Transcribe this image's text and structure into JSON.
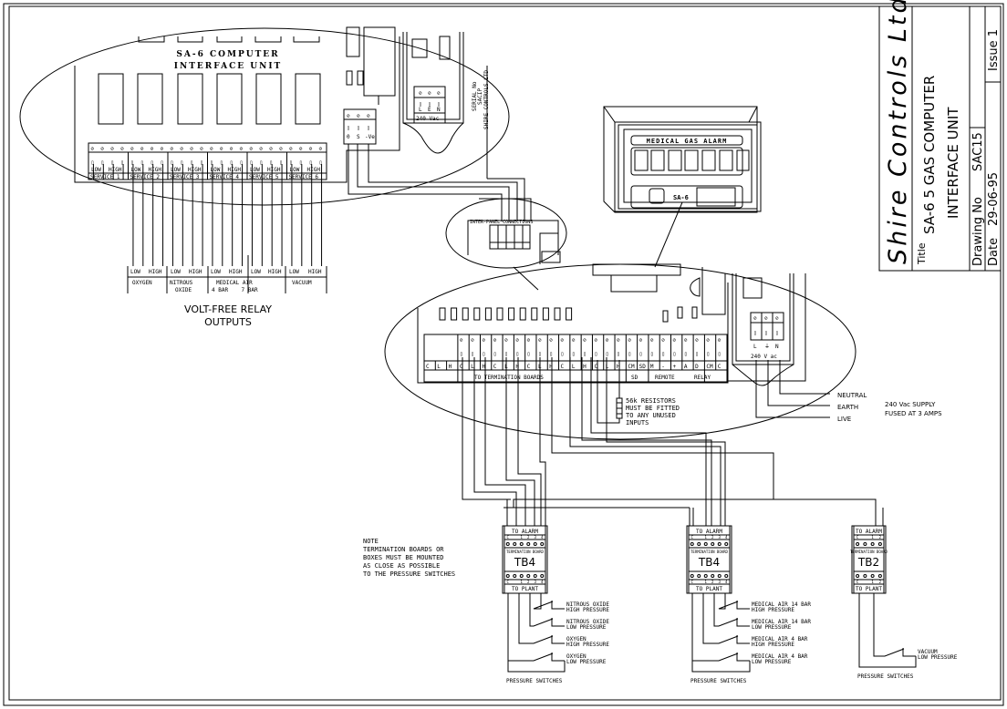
{
  "title_block": {
    "company": "Shire Controls Ltd",
    "title_label": "Title",
    "title_line1": "SA-6 5 GAS COMPUTER",
    "title_line2": "INTERFACE UNIT",
    "drawing_no_label": "Drawing No",
    "drawing_no": "SAC15",
    "date_label": "Date",
    "date": "29-06-95",
    "issue": "Issue 1"
  },
  "interface_unit": {
    "title_line1": "SA-6 COMPUTER",
    "title_line2": "INTERFACE UNIT",
    "serial_line1": "SERIAL No",
    "serial_line2": "SACIP",
    "serial_line3": "SHIRE CONTROLS LTD",
    "power_terminal_labels": [
      "L",
      "E",
      "N"
    ],
    "power_label": "240 Vac",
    "dc_terminal_labels": [
      "0",
      "S",
      "-Ve"
    ],
    "service_groups": [
      {
        "low": "LOW",
        "high": "HIGH",
        "name": "SERVICE 1"
      },
      {
        "low": "LOW",
        "high": "HIGH",
        "name": "SERVICE 2"
      },
      {
        "low": "LOW",
        "high": "HIGH",
        "name": "SERVICE 3"
      },
      {
        "low": "LOW",
        "high": "HIGH",
        "name": "SERVICE 4"
      },
      {
        "low": "LOW",
        "high": "HIGH",
        "name": "SERVICE 5"
      },
      {
        "low": "LOW",
        "high": "HIGH",
        "name": "SERVICE 6"
      }
    ]
  },
  "relay_outputs": {
    "groups": [
      {
        "low": "LOW",
        "high": "HIGH",
        "name1": "OXYGEN",
        "name2": ""
      },
      {
        "low": "LOW",
        "high": "HIGH",
        "name1": "NITROUS",
        "name2": "OXIDE"
      },
      {
        "low": "LOW",
        "high": "HIGH",
        "name1": "MEDICAL AIR",
        "name2": "4 BAR    7 BAR"
      },
      {
        "low": "LOW",
        "high": "HIGH",
        "name1": "",
        "name2": ""
      },
      {
        "low": "LOW",
        "high": "HIGH",
        "name1": "VACUUM",
        "name2": ""
      }
    ],
    "caption_line1": "VOLT-FREE RELAY",
    "caption_line2": "OUTPUTS"
  },
  "inter_panel": {
    "label": "INTER-PANEL CONNECTIONS"
  },
  "alarm_panel": {
    "header": "MEDICAL GAS ALARM",
    "model": "SA-6"
  },
  "alarm_board": {
    "terminal_labels": [
      "C",
      "L",
      "H",
      "C",
      "L",
      "H",
      "C",
      "L",
      "H",
      "C",
      "L",
      "H",
      "C",
      "L",
      "H",
      "C",
      "L",
      "H",
      "CM",
      "SD",
      "M",
      "-",
      "+",
      "A",
      "D",
      "CM",
      "C"
    ],
    "section_labels": {
      "termination": "TO TERMINATION BOARDS",
      "sd": "SD",
      "remote": "REMOTE",
      "relay": "RELAY"
    },
    "power_terminal_labels": [
      "L",
      "⏚",
      "N"
    ],
    "power_label": "240 V ac"
  },
  "resistor_note": {
    "lines": [
      "56k RESISTORS",
      "MUST BE FITTED",
      "TO ANY UNUSED",
      "INPUTS"
    ]
  },
  "supply": {
    "neutral": "NEUTRAL",
    "earth": "EARTH",
    "live": "LIVE",
    "line1": "240 Vac SUPPLY",
    "line2": "FUSED AT 3 AMPS"
  },
  "note": {
    "lines": [
      "NOTE",
      "TERMINATION BOARDS OR",
      "BOXES MUST BE MOUNTED",
      "AS CLOSE AS POSSIBLE",
      "TO THE PRESSURE SWITCHES"
    ]
  },
  "termination_boards": [
    {
      "to_alarm": "TO ALARM",
      "pins": [
        "C",
        "1",
        "2",
        "3",
        "4"
      ],
      "small": "TERMINATION BOARD",
      "name": "TB4",
      "to_plant": "TO PLANT",
      "switches": [
        {
          "l1": "NITROUS OXIDE",
          "l2": "HIGH PRESSURE"
        },
        {
          "l1": "NITROUS OXIDE",
          "l2": "LOW PRESSURE"
        },
        {
          "l1": "OXYGEN",
          "l2": "HIGH PRESSURE"
        },
        {
          "l1": "OXYGEN",
          "l2": "LOW PRESSURE"
        }
      ],
      "caption": "PRESSURE SWITCHES"
    },
    {
      "to_alarm": "TO ALARM",
      "pins": [
        "C",
        "1",
        "2",
        "3",
        "4"
      ],
      "small": "TERMINATION BOARD",
      "name": "TB4",
      "to_plant": "TO PLANT",
      "switches": [
        {
          "l1": "MEDICAL AIR 14 BAR",
          "l2": "HIGH PRESSURE"
        },
        {
          "l1": "MEDICAL AIR 14 BAR",
          "l2": "LOW PRESSURE"
        },
        {
          "l1": "MEDICAL AIR 4 BAR",
          "l2": "HIGH PRESSURE"
        },
        {
          "l1": "MEDICAL AIR 4 BAR",
          "l2": "LOW PRESSURE"
        }
      ],
      "caption": "PRESSURE SWITCHES"
    },
    {
      "to_alarm": "TO ALARM",
      "pins": [
        "C",
        "1",
        "2"
      ],
      "small": "TERMINATION BOARD",
      "name": "TB2",
      "to_plant": "TO PLANT",
      "switches": [
        {
          "l1": "VACUUM",
          "l2": "LOW PRESSURE"
        }
      ],
      "caption": "PRESSURE SWITCHES"
    }
  ]
}
